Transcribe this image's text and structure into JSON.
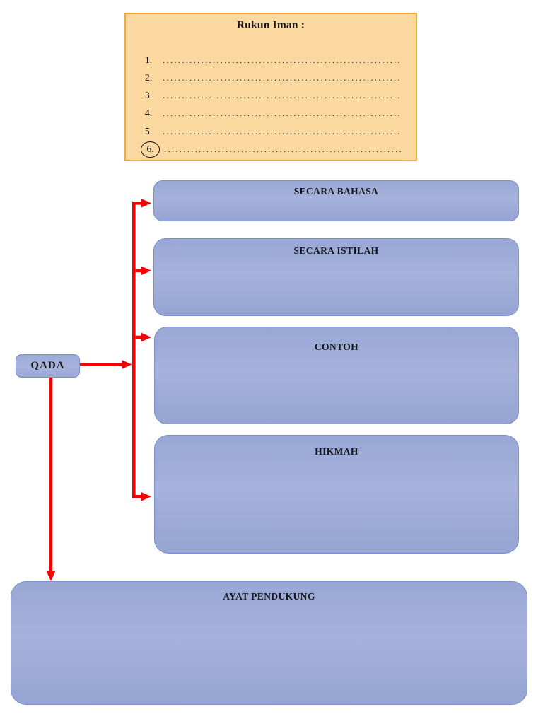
{
  "colors": {
    "page_bg": "#ffffff",
    "panel_fill": "#fcd8a1",
    "panel_border": "#f0a93c",
    "box_border": "#7b90ca",
    "box_fill": "#9fadd9",
    "arrow_red": "#f60203",
    "text_dark": "#161616"
  },
  "panel": {
    "title": "Rukun Iman :",
    "leader_dots": "........................................................................................................................................",
    "items": [
      {
        "number": "1.",
        "circled": false
      },
      {
        "number": "2.",
        "circled": false
      },
      {
        "number": "3.",
        "circled": false
      },
      {
        "number": "4.",
        "circled": false
      },
      {
        "number": "5.",
        "circled": false
      },
      {
        "number": "6.",
        "circled": true
      }
    ]
  },
  "diagram": {
    "qada": {
      "label": "QADA"
    },
    "boxes": [
      {
        "label": "SECARA BAHASA"
      },
      {
        "label": "SECARA ISTILAH"
      },
      {
        "label": "CONTOH"
      },
      {
        "label": "HIKMAH"
      },
      {
        "label": "AYAT PENDUKUNG"
      }
    ]
  }
}
